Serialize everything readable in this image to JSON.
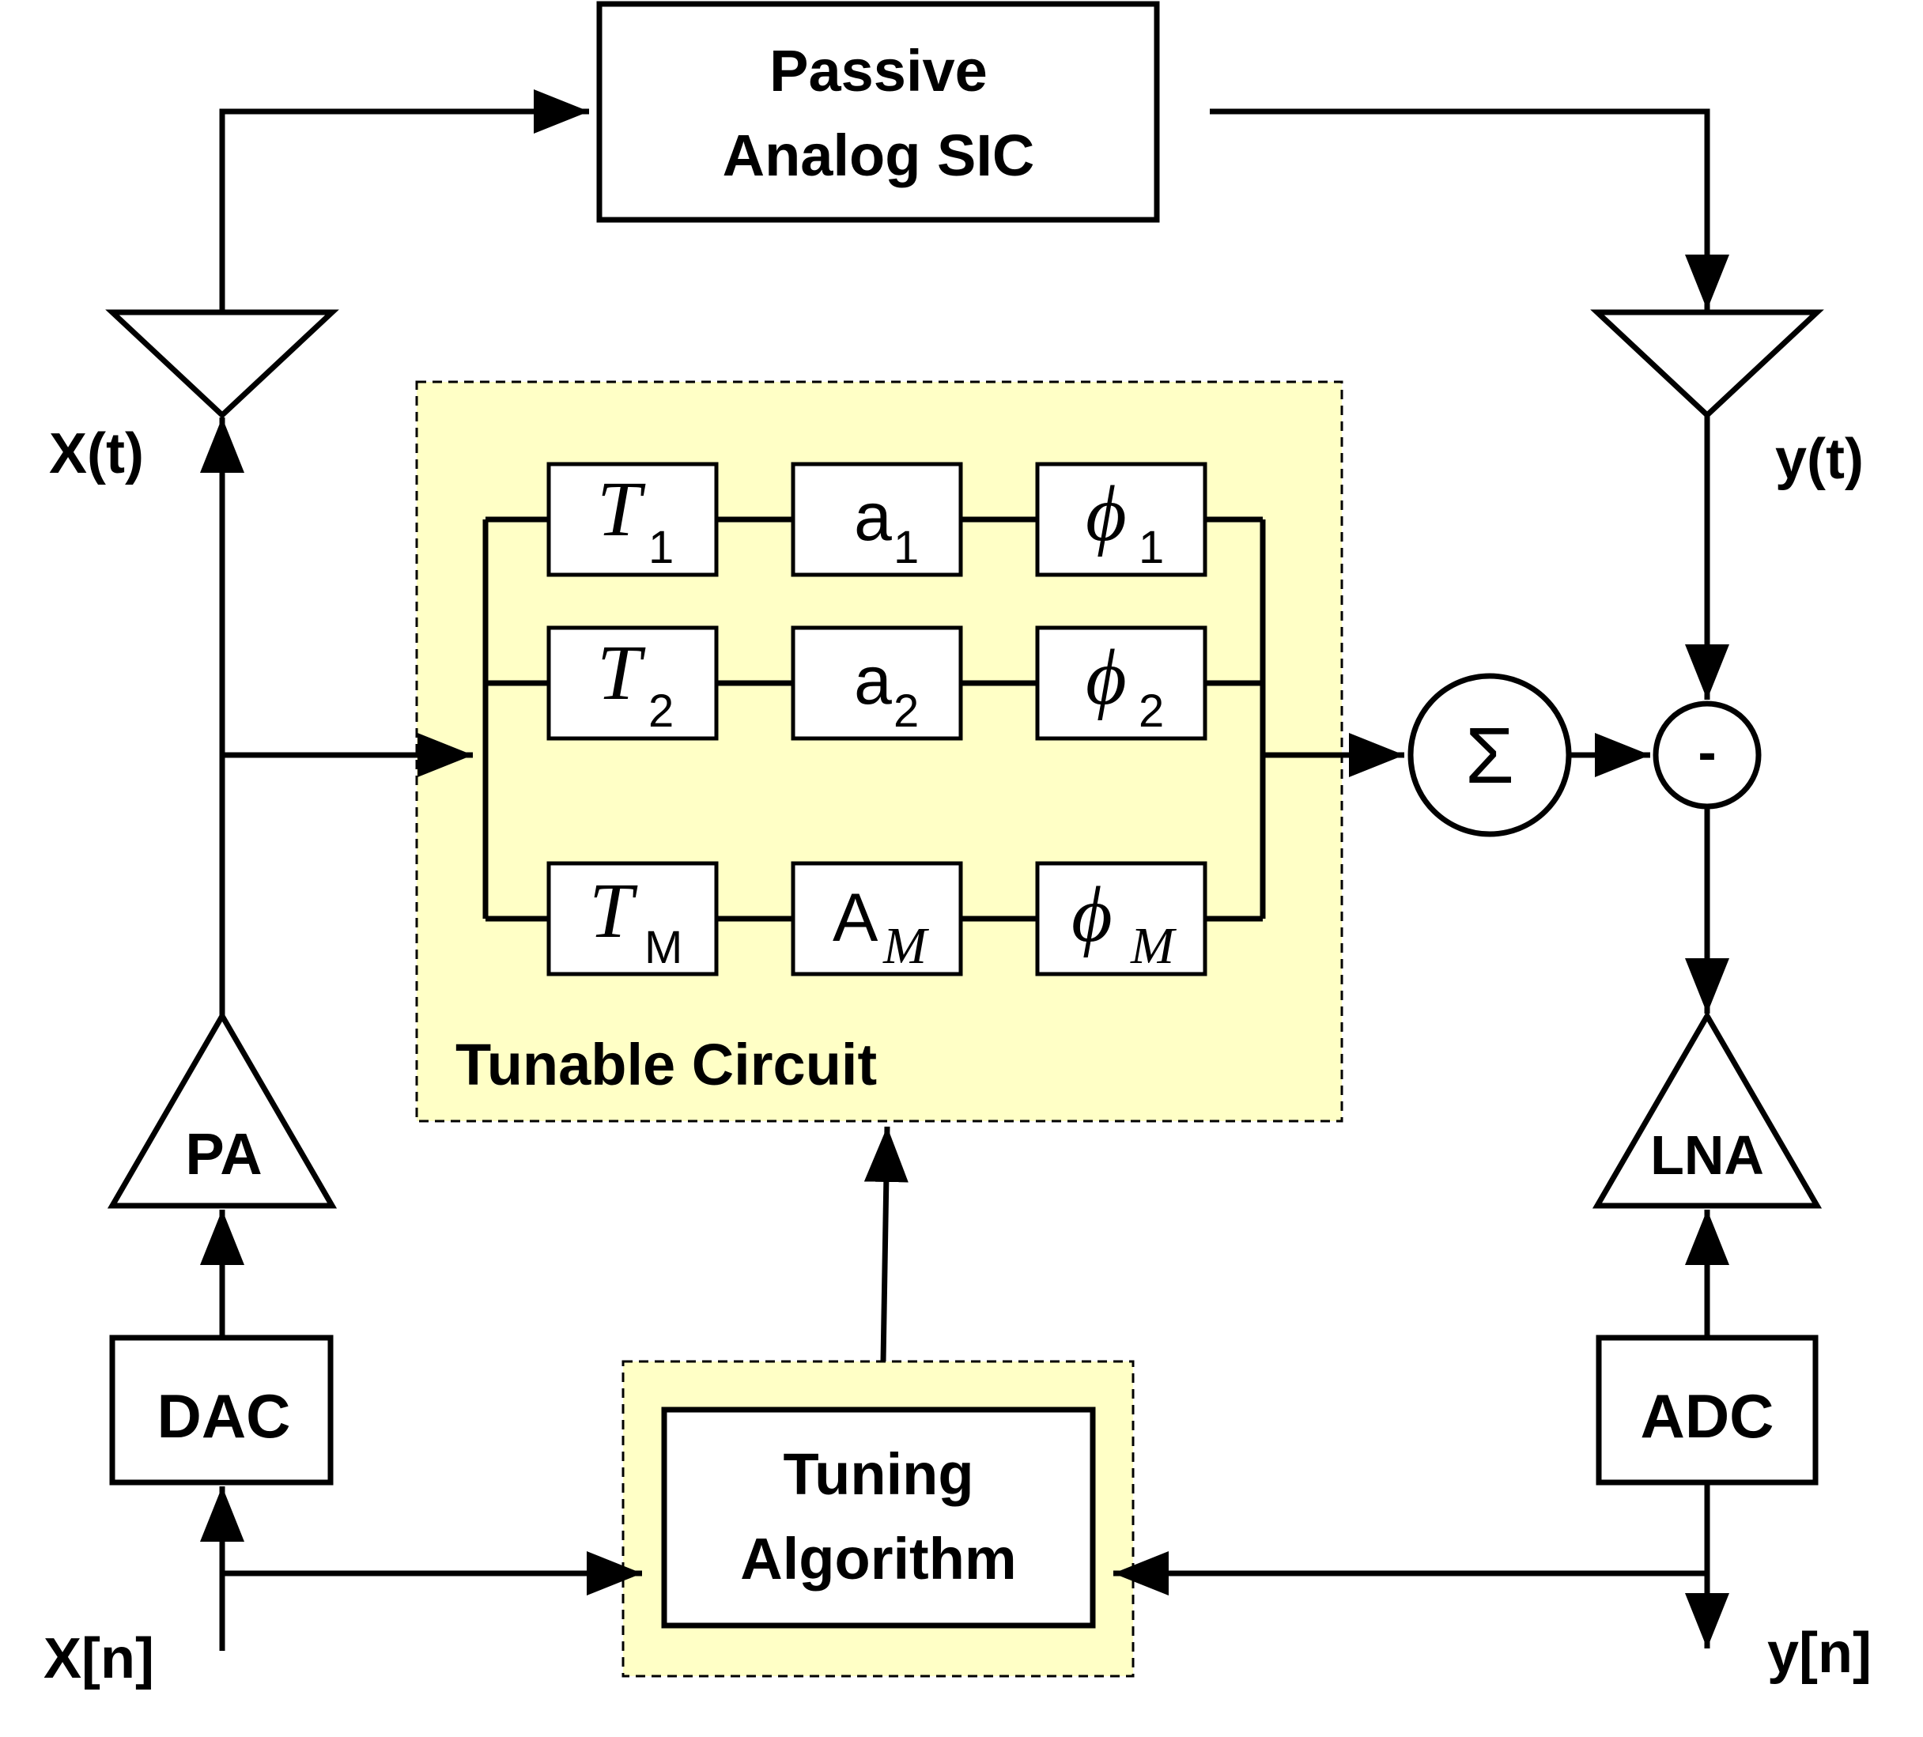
{
  "colors": {
    "highlight": "#ffffc6",
    "line": "#000000",
    "background": "#ffffff"
  },
  "blocks": {
    "passive_sic": [
      "Passive",
      "Analog SIC"
    ],
    "dac": "DAC",
    "adc": "ADC",
    "pa": "PA",
    "lna": "LNA",
    "tuning": [
      "Tuning",
      "Algorithm"
    ],
    "tunable_circuit": "Tunable Circuit"
  },
  "signals": {
    "tx_analog": "X(t)",
    "rx_analog": "y(t)",
    "tx_digital": "X[n]",
    "rx_digital": "y[n]"
  },
  "taps": [
    {
      "delay": "T",
      "delay_sub": "1",
      "gain": "a",
      "gain_sub": "1",
      "phase": "ϕ",
      "phase_sub": "1"
    },
    {
      "delay": "T",
      "delay_sub": "2",
      "gain": "a",
      "gain_sub": "2",
      "phase": "ϕ",
      "phase_sub": "2"
    },
    {
      "delay": "T",
      "delay_sub": "M",
      "gain": "A",
      "gain_sub": "M",
      "phase": "ϕ",
      "phase_sub": "M"
    }
  ],
  "operators": {
    "sum": "Σ",
    "subtract": "-"
  }
}
